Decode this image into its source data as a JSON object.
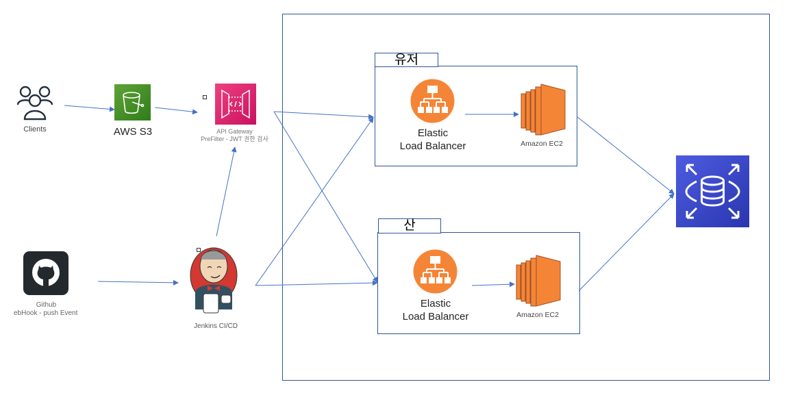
{
  "diagram": {
    "nodes": {
      "clients": {
        "label": "Clients",
        "icon": "users-icon"
      },
      "s3": {
        "label": "AWS S3",
        "icon": "s3-bucket-icon",
        "color": "#3f8624"
      },
      "api_gateway": {
        "label_line1": "API Gateway",
        "label_line2": "PreFilter - JWT 권한 검사",
        "icon": "api-gateway-icon",
        "color": "#e7157b"
      },
      "github": {
        "label_line1": "Github",
        "label_line2": "ebHook - push Event",
        "icon": "github-icon",
        "color": "#24292e"
      },
      "jenkins": {
        "label": "Jenkins CI/CD",
        "icon": "jenkins-icon"
      },
      "rds": {
        "icon": "rds-database-icon",
        "color": "#3b48cc"
      }
    },
    "groups": [
      {
        "tab": "유저",
        "elb_line1": "Elastic",
        "elb_line2": "Load Balancer",
        "ec2_label": "Amazon EC2"
      },
      {
        "tab": "산",
        "elb_line1": "Elastic",
        "elb_line2": "Load Balancer",
        "ec2_label": "Amazon EC2"
      }
    ],
    "edges": [
      {
        "from": "clients",
        "to": "s3"
      },
      {
        "from": "s3",
        "to": "api_gateway"
      },
      {
        "from": "github",
        "to": "jenkins"
      },
      {
        "from": "jenkins",
        "to": "api_gateway"
      },
      {
        "from": "api_gateway",
        "to": "group-유저"
      },
      {
        "from": "api_gateway",
        "to": "group-산"
      },
      {
        "from": "jenkins",
        "to": "group-유저"
      },
      {
        "from": "jenkins",
        "to": "group-산"
      },
      {
        "from": "elb-유저",
        "to": "ec2-유저"
      },
      {
        "from": "elb-산",
        "to": "ec2-산"
      },
      {
        "from": "group-유저",
        "to": "rds"
      },
      {
        "from": "group-산",
        "to": "rds"
      }
    ],
    "colors": {
      "line": "#4472c4",
      "frame": "#2f5597",
      "elb": "#f58536",
      "ec2": "#f58536"
    }
  }
}
